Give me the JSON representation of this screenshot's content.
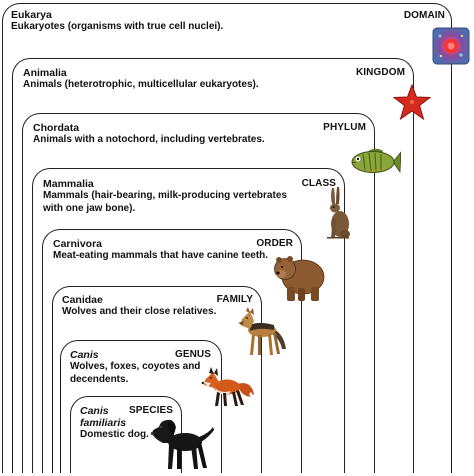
{
  "levels": {
    "domain": {
      "name": "Eukarya",
      "rank": "DOMAIN",
      "desc": "Eukaryotes (organisms with true cell nuclei)."
    },
    "kingdom": {
      "name": "Animalia",
      "rank": "KINGDOM",
      "desc": "Animals (heterotrophic, multicellular eukaryotes)."
    },
    "phylum": {
      "name": "Chordata",
      "rank": "PHYLUM",
      "desc": "Animals with a notochord, including vertebrates."
    },
    "class": {
      "name": "Mammalia",
      "rank": "CLASS",
      "desc_line1": "Mammals (hair-bearing, milk-producing vertebrates",
      "desc_line2": "with one jaw bone)."
    },
    "order": {
      "name": "Carnivora",
      "rank": "ORDER",
      "desc": "Meat-eating mammals that have canine teeth."
    },
    "family": {
      "name": "Canidae",
      "rank": "FAMILY",
      "desc": "Wolves and their close relatives."
    },
    "genus": {
      "name": "Canis",
      "rank": "GENUS",
      "desc_line1": "Wolves, foxes, coyotes and",
      "desc_line2": "decendents."
    },
    "species": {
      "name_line1": "Canis",
      "name_line2": "familiaris",
      "rank": "SPECIES",
      "desc": "Domestic dog."
    }
  },
  "icons": [
    "cell-icon",
    "starfish-icon",
    "fish-icon",
    "hare-icon",
    "bear-icon",
    "jackal-icon",
    "fox-icon",
    "dog-icon"
  ]
}
